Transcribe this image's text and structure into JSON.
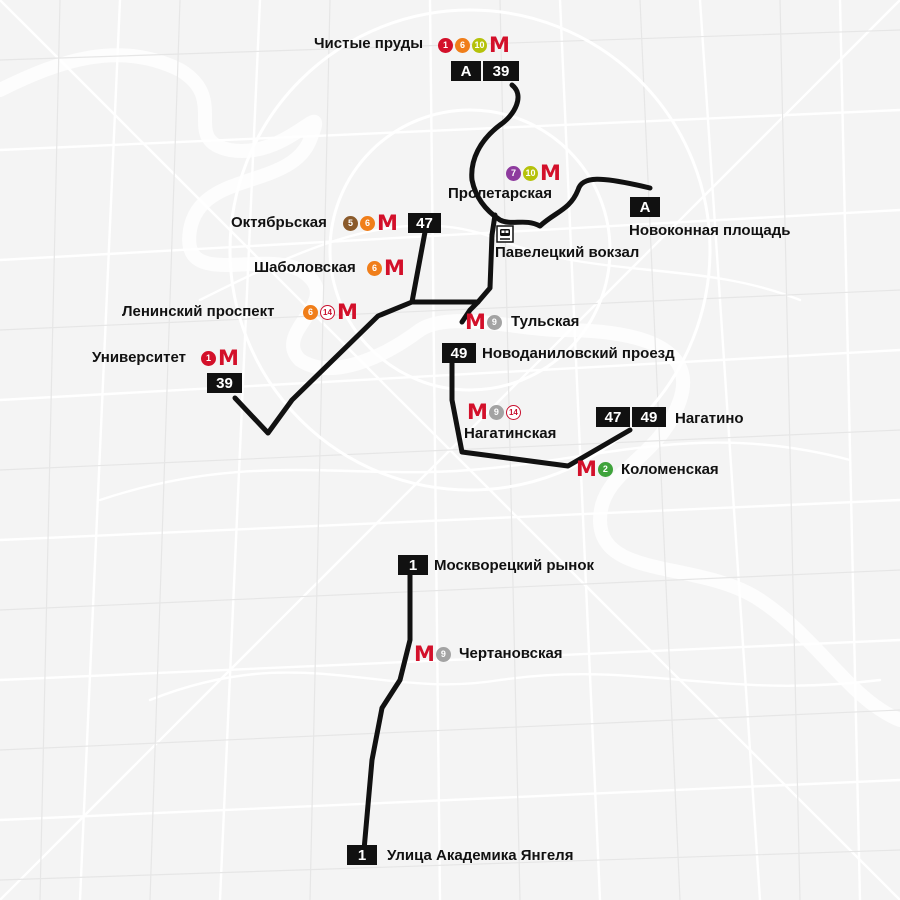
{
  "map": {
    "route_color": "#111111",
    "metro_color": "#d3102a",
    "background_color": "#f4f4f4",
    "street_color": "#ffffff"
  },
  "stops": {
    "chistye_prudy": {
      "label": "Чистые пруды",
      "lines": [
        {
          "num": "1",
          "color": "#d3102a"
        },
        {
          "num": "6",
          "color": "#f07e1a"
        },
        {
          "num": "10",
          "color": "#b5c20b"
        }
      ],
      "metro_icon": "metro-icon",
      "routes": [
        "А",
        "39"
      ]
    },
    "proletarskaya": {
      "label": "Пролетарская",
      "lines": [
        {
          "num": "7",
          "color": "#8e3b9e"
        },
        {
          "num": "10",
          "color": "#b5c20b"
        }
      ],
      "metro_icon": "metro-icon"
    },
    "novokonnaya": {
      "label": "Новоконная площадь",
      "routes": [
        "А"
      ]
    },
    "oktyabrskaya": {
      "label": "Октябрьская",
      "lines": [
        {
          "num": "5",
          "color": "#8a5a2b"
        },
        {
          "num": "6",
          "color": "#f07e1a"
        }
      ],
      "metro_icon": "metro-icon",
      "routes": [
        "47"
      ]
    },
    "paveletsky": {
      "label": "Павелецкий вокзал",
      "icon": "train-station-icon"
    },
    "shabolovskaya": {
      "label": "Шаболовская",
      "lines": [
        {
          "num": "6",
          "color": "#f07e1a"
        }
      ],
      "metro_icon": "metro-icon"
    },
    "leninsky": {
      "label": "Ленинский проспект",
      "lines": [
        {
          "num": "6",
          "color": "#f07e1a"
        },
        {
          "num": "14",
          "color": "ring"
        }
      ],
      "metro_icon": "metro-icon"
    },
    "tulskaya": {
      "label": "Тульская",
      "lines": [
        {
          "num": "9",
          "color": "#a3a3a3"
        }
      ],
      "metro_icon": "metro-icon"
    },
    "universitet": {
      "label": "Университет",
      "lines": [
        {
          "num": "1",
          "color": "#d3102a"
        }
      ],
      "metro_icon": "metro-icon",
      "routes": [
        "39"
      ]
    },
    "novodanilovsky": {
      "label": "Новоданиловский проезд",
      "routes": [
        "49"
      ]
    },
    "nagatinskaya": {
      "label": "Нагатинская",
      "lines": [
        {
          "num": "9",
          "color": "#a3a3a3"
        },
        {
          "num": "14",
          "color": "ring"
        }
      ],
      "metro_icon": "metro-icon"
    },
    "nagatino": {
      "label": "Нагатино",
      "routes": [
        "47",
        "49"
      ]
    },
    "kolomenskaya": {
      "label": "Коломенская",
      "lines": [
        {
          "num": "2",
          "color": "#3fa33b"
        }
      ],
      "metro_icon": "metro-icon"
    },
    "moskvoretsky": {
      "label": "Москворецкий рынок",
      "routes": [
        "1"
      ]
    },
    "chertanovskaya": {
      "label": "Чертановская",
      "lines": [
        {
          "num": "9",
          "color": "#a3a3a3"
        }
      ],
      "metro_icon": "metro-icon"
    },
    "yangelya": {
      "label": "Улица Академика Янгеля",
      "routes": [
        "1"
      ]
    }
  },
  "metro_glyph": "M"
}
